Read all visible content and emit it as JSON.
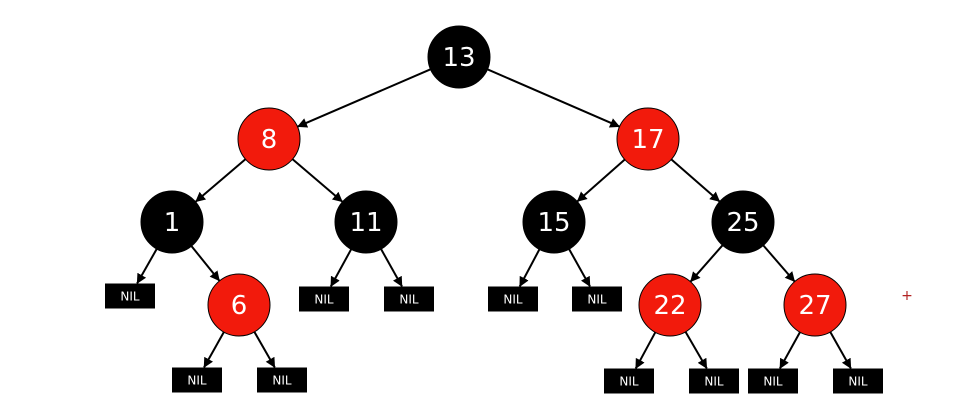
{
  "tree": {
    "colors": {
      "red": "#f21a0c",
      "black": "#000000",
      "text": "#ffffff",
      "edge": "#000000"
    },
    "nodes": [
      {
        "id": "n13",
        "key": "13",
        "color": "black"
      },
      {
        "id": "n8",
        "key": "8",
        "color": "red"
      },
      {
        "id": "n17",
        "key": "17",
        "color": "red"
      },
      {
        "id": "n1",
        "key": "1",
        "color": "black"
      },
      {
        "id": "n11",
        "key": "11",
        "color": "black"
      },
      {
        "id": "n15",
        "key": "15",
        "color": "black"
      },
      {
        "id": "n25",
        "key": "25",
        "color": "black"
      },
      {
        "id": "n6",
        "key": "6",
        "color": "red"
      },
      {
        "id": "n22",
        "key": "22",
        "color": "red"
      },
      {
        "id": "n27",
        "key": "27",
        "color": "red"
      }
    ],
    "nil_label": "NIL",
    "edges": [
      {
        "from": "n13",
        "to": "n8"
      },
      {
        "from": "n13",
        "to": "n17"
      },
      {
        "from": "n8",
        "to": "n1"
      },
      {
        "from": "n8",
        "to": "n11"
      },
      {
        "from": "n17",
        "to": "n15"
      },
      {
        "from": "n17",
        "to": "n25"
      },
      {
        "from": "n1",
        "to": "nil1"
      },
      {
        "from": "n1",
        "to": "n6"
      },
      {
        "from": "n11",
        "to": "nil2"
      },
      {
        "from": "n11",
        "to": "nil3"
      },
      {
        "from": "n15",
        "to": "nil4"
      },
      {
        "from": "n15",
        "to": "nil5"
      },
      {
        "from": "n25",
        "to": "n22"
      },
      {
        "from": "n25",
        "to": "n27"
      },
      {
        "from": "n6",
        "to": "nil6"
      },
      {
        "from": "n6",
        "to": "nil7"
      },
      {
        "from": "n22",
        "to": "nil8"
      },
      {
        "from": "n22",
        "to": "nil9"
      },
      {
        "from": "n27",
        "to": "nil10"
      },
      {
        "from": "n27",
        "to": "nil11"
      }
    ]
  },
  "cursor": {
    "glyph": "+",
    "color": "#b22222"
  }
}
